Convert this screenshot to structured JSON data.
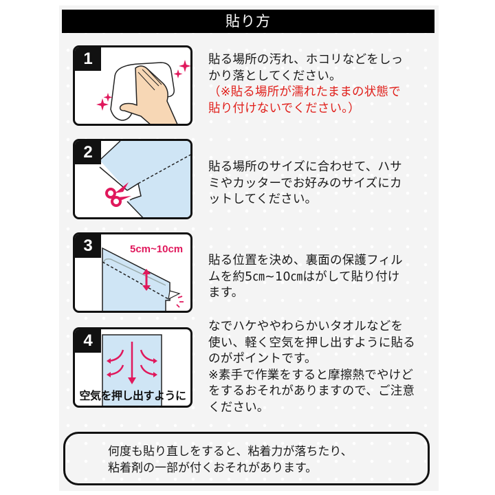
{
  "header": {
    "title": "貼り方"
  },
  "steps": [
    {
      "number": "1",
      "illustration": "hand-wiping-icon",
      "lines": [
        "貼る場所の汚れ、ホコリなどをしっ",
        "かり落としてください。"
      ],
      "warning_lines": [
        "（※貼る場所が濡れたままの状態で",
        "貼り付けないでください。）"
      ]
    },
    {
      "number": "2",
      "illustration": "scissors-cutting-icon",
      "lines": [
        "貼る場所のサイズに合わせて、ハサ",
        "ミやカッターでお好みのサイズにカ",
        "ットしてください。"
      ]
    },
    {
      "number": "3",
      "illustration": "peel-film-icon",
      "label": "5cm~10cm",
      "lines": [
        "貼る位置を決め、裏面の保護フィル",
        "ムを約5㎝~10㎝はがして貼り付け",
        "ます。"
      ]
    },
    {
      "number": "4",
      "illustration": "push-air-out-icon",
      "caption": "空気を押し出すように",
      "lines": [
        "なでハケややわらかいタオルなどを",
        "使い、軽く空気を押し出すように貼る",
        "のがポイントです。",
        "※素手で作業をすると摩擦熱でやけど",
        "をするおそれがありますので、ご注意",
        "ください。"
      ]
    }
  ],
  "notice": {
    "lines": [
      "何度も貼り直しをすると、粘着力が落ちたり、",
      "粘着剤の一部が付くおそれがあります。"
    ]
  },
  "colors": {
    "accent_red": "#e0201b",
    "illustration_pink": "#e0185c",
    "film_blue": "#cfe5f5",
    "skin": "#f7d7b5"
  }
}
